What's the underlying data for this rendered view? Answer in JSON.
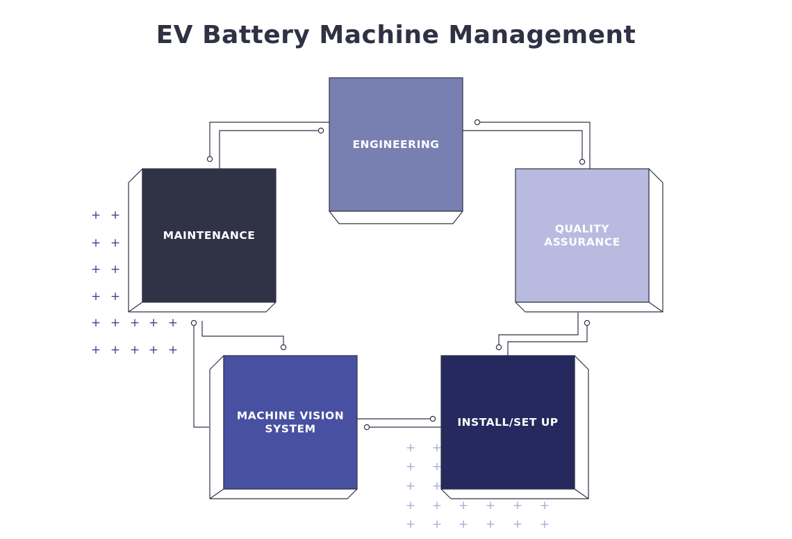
{
  "title": "EV Battery Machine Management",
  "nodes": [
    {
      "id": "engineering",
      "lines": [
        "ENGINEERING"
      ],
      "color": "#7880b2"
    },
    {
      "id": "quality-assurance",
      "lines": [
        "QUALITY",
        "ASSURANCE"
      ],
      "color": "#b8bbdf"
    },
    {
      "id": "install-set-up",
      "lines": [
        "INSTALL/SET UP"
      ],
      "color": "#25295e"
    },
    {
      "id": "machine-vision-system",
      "lines": [
        "MACHINE VISION",
        "SYSTEM"
      ],
      "color": "#4850a1"
    },
    {
      "id": "maintenance",
      "lines": [
        "MAINTENANCE"
      ],
      "color": "#303245"
    }
  ],
  "connections": [
    {
      "from": "engineering",
      "to": "quality-assurance"
    },
    {
      "from": "quality-assurance",
      "to": "install-set-up"
    },
    {
      "from": "install-set-up",
      "to": "machine-vision-system"
    },
    {
      "from": "machine-vision-system",
      "to": "maintenance"
    },
    {
      "from": "maintenance",
      "to": "engineering"
    }
  ],
  "colors": {
    "title": "#2f3144",
    "line": "#2f3144",
    "plus_dark": "#3a4391",
    "plus_light": "#a9acd8"
  }
}
